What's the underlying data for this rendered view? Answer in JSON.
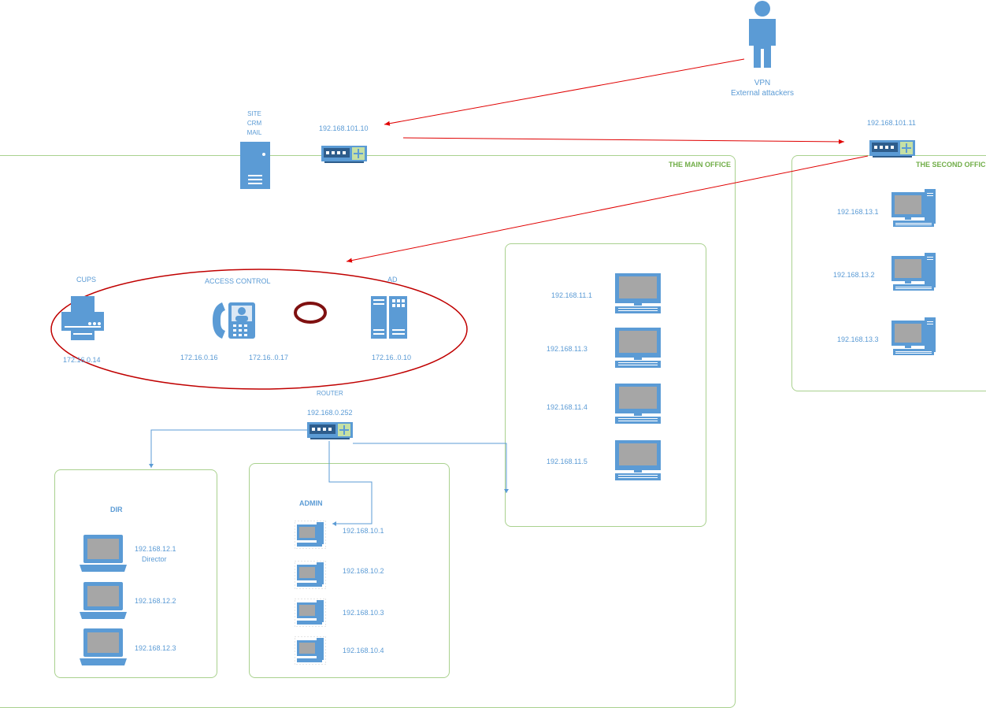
{
  "vpn": {
    "title": "VPN",
    "subtitle": "External attackers"
  },
  "gateway_main": {
    "ip": "192.168.101.10"
  },
  "gateway_second": {
    "ip": "192.168.101.11"
  },
  "server": {
    "line1": "SITE",
    "line2": "CRM",
    "line3": "MAIL"
  },
  "zones": {
    "main_office": "THE MAIN OFFICE",
    "second_office": "THE SECOND OFFICE"
  },
  "services": {
    "cups": {
      "label": "CUPS",
      "ip": "172.16.0.14"
    },
    "access_control": {
      "label": "ACCESS CONTROL",
      "ip1": "172.16.0.16",
      "ip2": "172.16..0.17"
    },
    "ad": {
      "label": "AD",
      "ip": "172.16..0.10"
    }
  },
  "router": {
    "label": "ROUTER",
    "ip": "192.168.0.252"
  },
  "dir": {
    "title": "DIR",
    "hosts": [
      {
        "ip": "192.168.12.1",
        "note": "Director"
      },
      {
        "ip": "192.168.12.2"
      },
      {
        "ip": "192.168.12.3"
      }
    ]
  },
  "admin": {
    "title": "ADMIN",
    "hosts": [
      "192.168.10.1",
      "192.168.10.2",
      "192.168.10.3",
      "192.168.10.4"
    ]
  },
  "lan11": {
    "hosts": [
      "192.168.11.1",
      "192.168.11.3",
      "192.168.11.4",
      "192.168.11.5"
    ]
  },
  "second_office": {
    "hosts": [
      "192.168.13.1",
      "192.168.13.2",
      "192.168.13.3"
    ]
  },
  "colors": {
    "label": "#5b9bd5",
    "zone": "#a9d18e",
    "zone_title": "#70ad47",
    "attack": "#e00000",
    "ellipse": "#c00000",
    "marker": "#7f1010"
  }
}
